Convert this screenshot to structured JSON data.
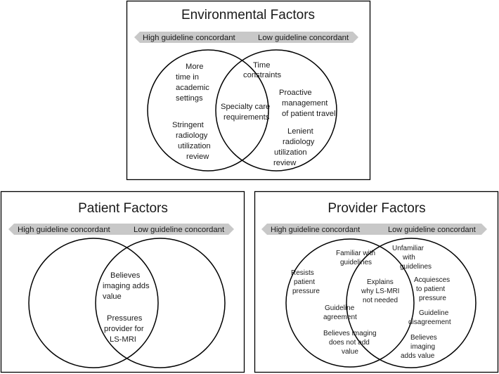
{
  "colors": {
    "arrow_fill": "#c8c8c8",
    "border": "#000000",
    "text": "#1a1a1a"
  },
  "environmental": {
    "title": "Environmental Factors",
    "arrow_left": "High guideline concordant",
    "arrow_right": "Low guideline concordant",
    "left_only": [
      "More",
      "time in",
      "academic",
      "settings",
      "",
      "Stringent",
      "radiology",
      "utilization",
      "review"
    ],
    "overlap": [
      "Specialty care",
      "requirements"
    ],
    "right_only": [
      "Time",
      "constraints",
      "Proactive",
      "management",
      "of patient travel",
      "Lenient",
      "radiology",
      "utilization",
      "review"
    ]
  },
  "patient": {
    "title": "Patient Factors",
    "arrow_left": "High guideline concordant",
    "arrow_right": "Low guideline concordant",
    "overlap": [
      "Believes",
      "imaging adds",
      "value",
      "Pressures",
      "provider for",
      "LS-MRI"
    ]
  },
  "provider": {
    "title": "Provider Factors",
    "arrow_left": "High guideline concordant",
    "arrow_right": "Low guideline concordant",
    "left_only": [
      "Familiar with",
      "guidelines",
      "Resists",
      "patient",
      "pressure",
      "Guideline",
      "agreement",
      "Believes imaging",
      "does not add",
      "value"
    ],
    "overlap": [
      "Explains",
      "why LS-MRI",
      "not needed"
    ],
    "right_only": [
      "Unfamiliar",
      "with",
      "guidelines",
      "Acquiesces",
      "to patient",
      "pressure",
      "Guideline",
      "disagreement",
      "Believes",
      "imaging",
      "adds value"
    ]
  }
}
